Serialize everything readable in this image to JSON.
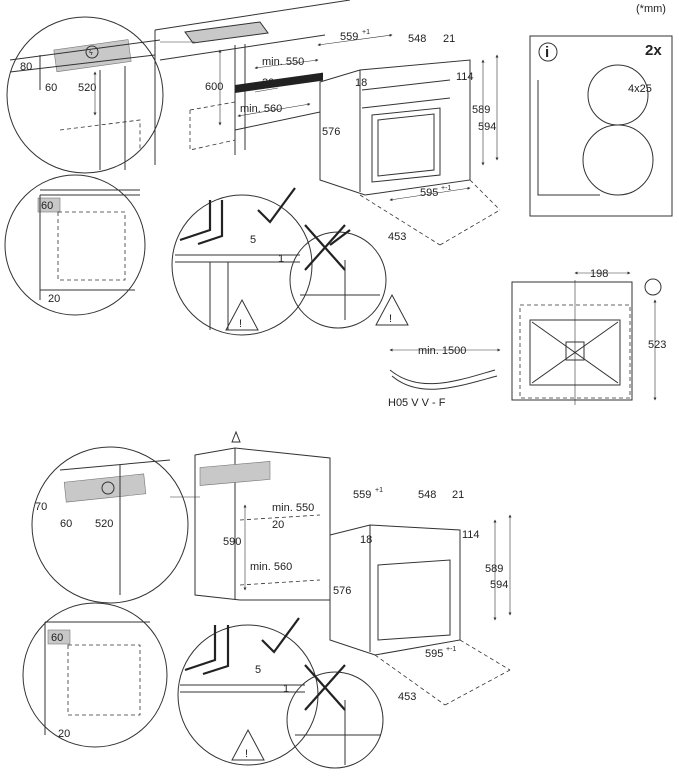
{
  "unit_note": "(*mm)",
  "upper": {
    "cabinet_detail": {
      "d80": "80",
      "d60": "60",
      "d520": "520"
    },
    "niche": {
      "d600": "600",
      "d550": "min. 550",
      "d20": "20",
      "d560": "min. 560"
    },
    "bottom_detail": {
      "d60": "60",
      "d20": "20"
    },
    "oven": {
      "w559": "559",
      "w559_sup": "+1",
      "w548": "548",
      "w21": "21",
      "h18": "18",
      "h114": "114",
      "h576": "576",
      "h589": "589",
      "h594": "594",
      "w595": "595",
      "w595_sup": "+-1",
      "d453": "453"
    },
    "install_detail": {
      "d5": "5",
      "d1": "1"
    }
  },
  "info_box": {
    "info": "i",
    "count": "2x",
    "screw": "4x25"
  },
  "cable": {
    "length": "min. 1500",
    "type": "H05 V V - F"
  },
  "front_view": {
    "w198": "198",
    "h523": "523"
  },
  "lower": {
    "cabinet_detail": {
      "d70": "70",
      "d60": "60",
      "d520": "520"
    },
    "niche": {
      "d590": "590",
      "d550": "min. 550",
      "d20": "20",
      "d560": "min. 560"
    },
    "bottom_detail": {
      "d60": "60",
      "d20": "20"
    },
    "oven": {
      "w559": "559",
      "w559_sup": "+1",
      "w548": "548",
      "w21": "21",
      "h18": "18",
      "h114": "114",
      "h576": "576",
      "h589": "589",
      "h594": "594",
      "w595": "595",
      "w595_sup": "+-1",
      "d453": "453"
    },
    "install_detail": {
      "d5": "5",
      "d1": "1"
    }
  }
}
